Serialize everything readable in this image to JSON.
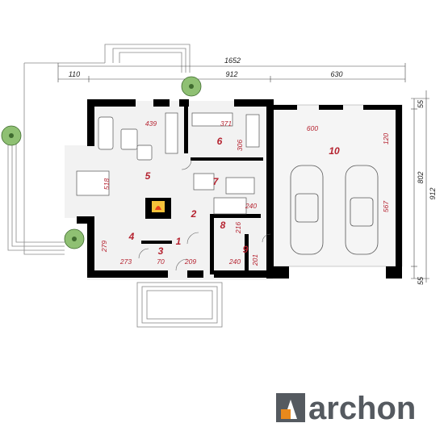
{
  "overall_dims": {
    "total_width": "1652",
    "left_offset": "110",
    "middle_width": "912",
    "right_width": "630",
    "side_total": "912",
    "side_middle": "802",
    "side_top": "55",
    "side_bottom": "55"
  },
  "rooms": [
    {
      "number": "1"
    },
    {
      "number": "2"
    },
    {
      "number": "3"
    },
    {
      "number": "4"
    },
    {
      "number": "5"
    },
    {
      "number": "6"
    },
    {
      "number": "7"
    },
    {
      "number": "8"
    },
    {
      "number": "9"
    },
    {
      "number": "10"
    }
  ],
  "room_dims": {
    "d439": "439",
    "d371": "371",
    "d306": "306",
    "d518": "518",
    "d279": "279",
    "d273": "273",
    "d70": "70",
    "d209": "209",
    "d240a": "240",
    "d216": "216",
    "d240b": "240",
    "d201": "201",
    "d600": "600",
    "d120": "120",
    "d567": "567"
  },
  "logo": {
    "text": "archon"
  },
  "colors": {
    "wall": "#000000",
    "dim_red": "#b52330",
    "logo_grey": "#555a60",
    "logo_orange": "#e8891c"
  }
}
